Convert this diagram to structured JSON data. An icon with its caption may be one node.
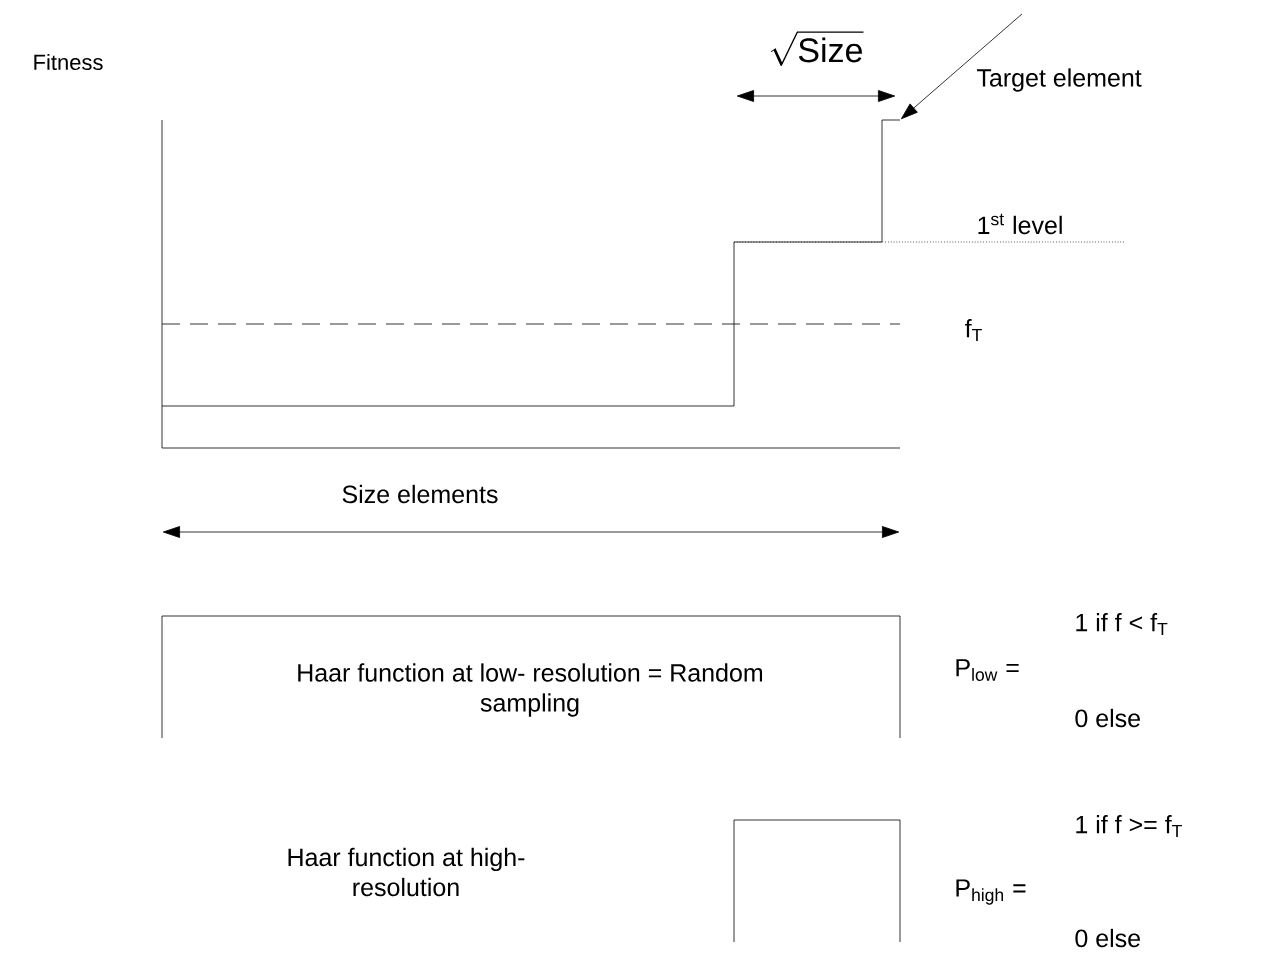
{
  "diagram": {
    "nodes": [
      {
        "text": [
          "Target element"
        ]
      },
      {
        "text": [],
        "shape": "bar"
      },
      {
        "text": [
          "Haar function at low- resolution = Random sampling"
        ]
      }
    ],
    "edges": [
      {
        "from": 0,
        "to": 1,
        "arrow": "to"
      }
    ],
    "labels": [
      "Fitness",
      "\\sqrt{\\mathrm{Size}}",
      "1$^{st}$ level",
      "f$_{T}$",
      "Size elements",
      "P$_{low}$ =",
      "1 if  f < f$_{T}$",
      "0 else",
      "Haar function at high- resolution",
      "P$_{high}$ =",
      "1 if  f >= f$_{T}$",
      "0 else"
    ]
  }
}
